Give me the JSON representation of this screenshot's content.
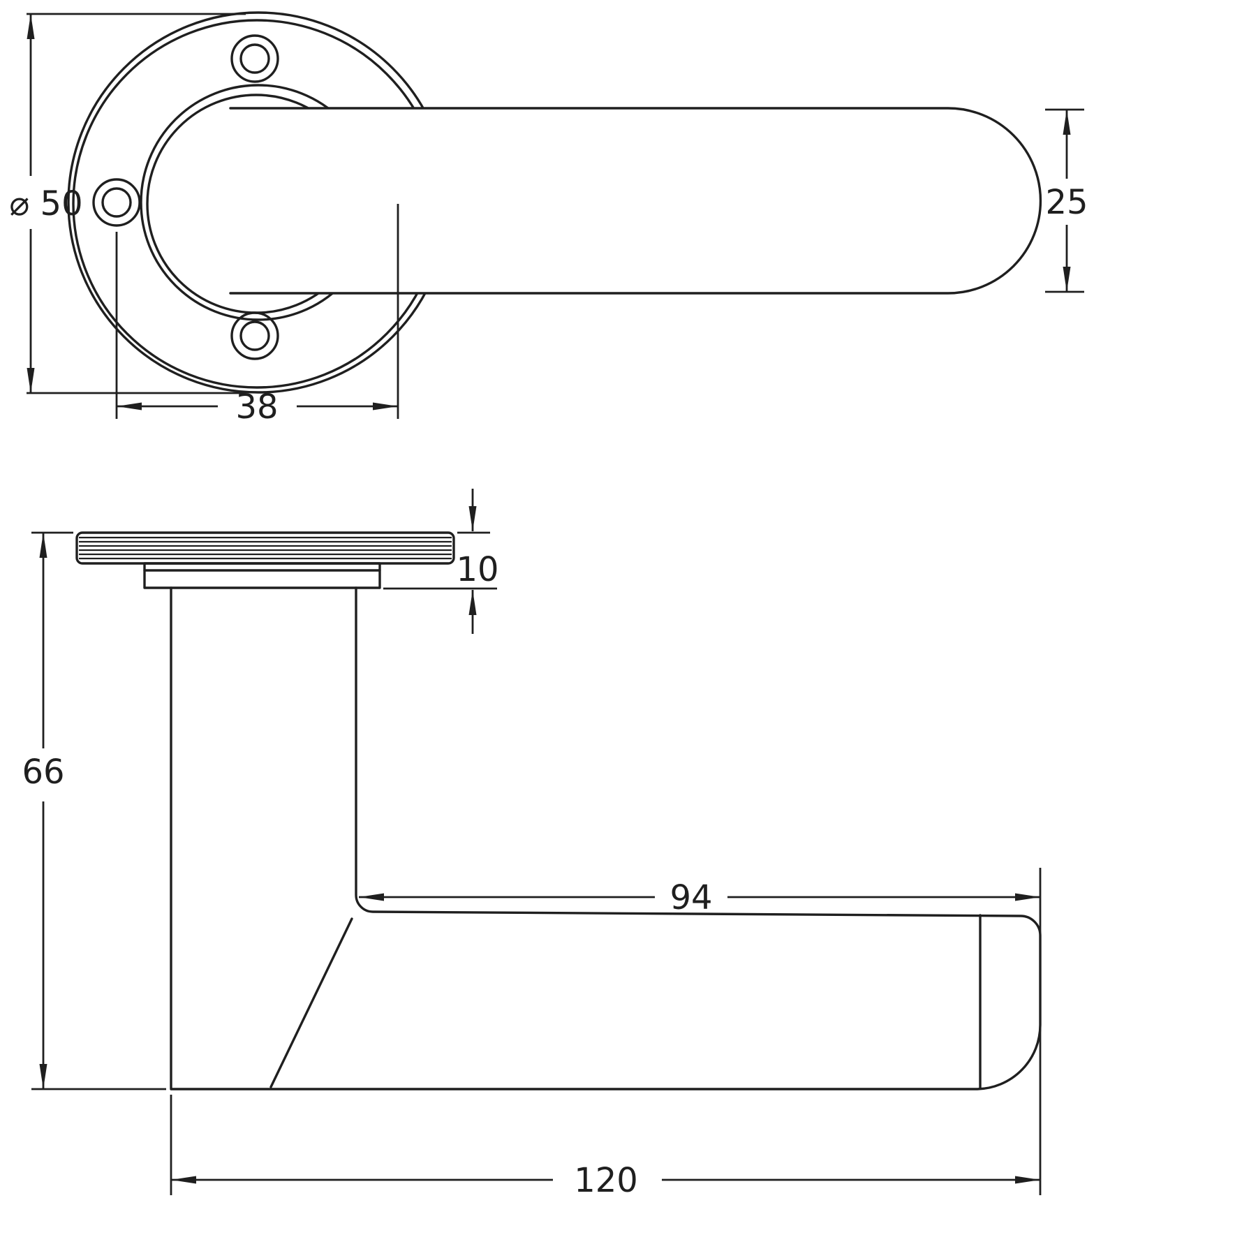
{
  "drawing": {
    "line_color": "#1f1f1f",
    "background": "#ffffff",
    "dims": {
      "rose_diameter": "⌀ 50",
      "screw_spacing": "38",
      "lever_width": "25",
      "rose_thickness": "10",
      "projection": "66",
      "grip_length": "94",
      "overall_length": "120"
    }
  }
}
